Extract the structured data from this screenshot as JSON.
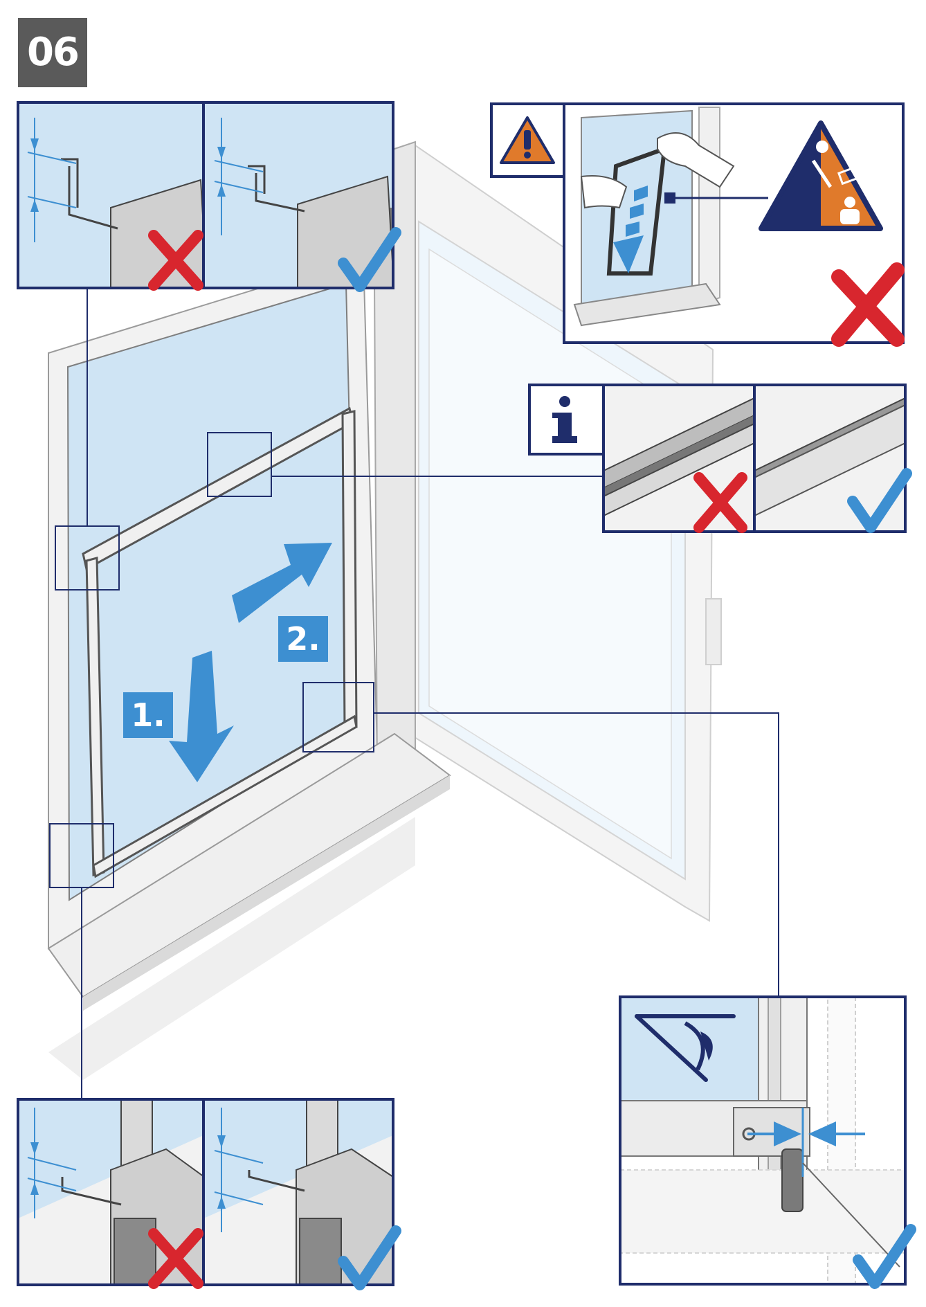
{
  "step": {
    "number": "06"
  },
  "steps": [
    {
      "label": "1."
    },
    {
      "label": "2."
    }
  ],
  "icons": {
    "warning": "exclamation-triangle-icon",
    "info": "info-icon",
    "hazard": "falling-object-hazard-icon",
    "eye": "eye-inspection-icon",
    "wrong": "red-cross-icon",
    "correct": "blue-check-icon"
  },
  "colors": {
    "frame_blue": "#1f2d6b",
    "glass": "#cfe4f4",
    "arrow_blue": "#3d8fd1",
    "wrong_red": "#d8262e",
    "correct_blue": "#3d8fd1",
    "warning_orange": "#e07a2b"
  },
  "info_mark": "i"
}
